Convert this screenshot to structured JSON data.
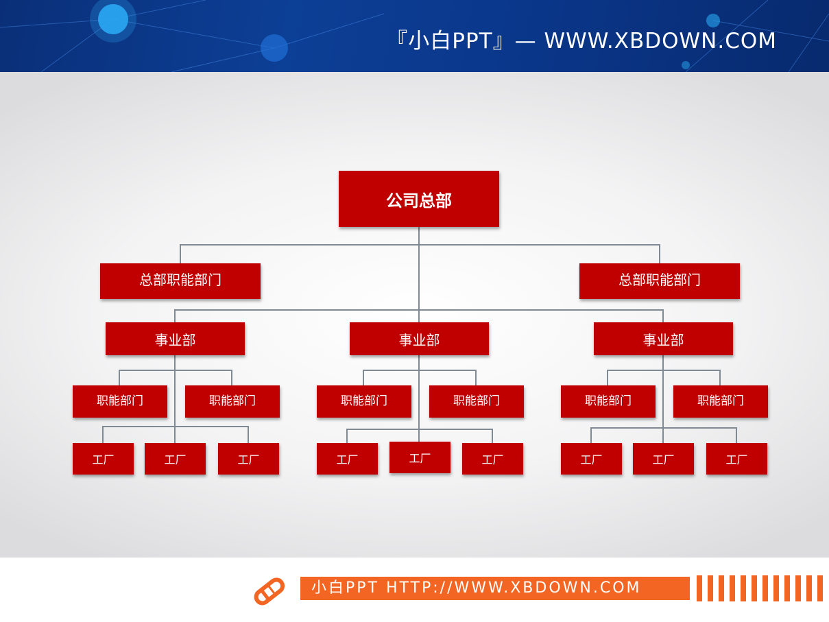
{
  "header": {
    "title": "『小白PPT』— WWW.XBDOWN.COM"
  },
  "org_chart": {
    "root": "公司总部",
    "hq_departments": [
      "总部职能部门",
      "总部职能部门"
    ],
    "divisions": [
      {
        "name": "事业部",
        "departments": [
          "职能部门",
          "职能部门"
        ],
        "factories": [
          "工厂",
          "工厂",
          "工厂"
        ]
      },
      {
        "name": "事业部",
        "departments": [
          "职能部门",
          "职能部门"
        ],
        "factories": [
          "工厂",
          "工厂",
          "工厂"
        ]
      },
      {
        "name": "事业部",
        "departments": [
          "职能部门",
          "职能部门"
        ],
        "factories": [
          "工厂",
          "工厂",
          "工厂"
        ]
      }
    ]
  },
  "footer": {
    "text": "小白PPT HTTP://WWW.XBDOWN.COM",
    "logo_icon": "pencil-icon"
  },
  "colors": {
    "node_fill": "#c00000",
    "connector": "#7f8a94",
    "header_blue": "#0c3f96",
    "footer_orange": "#f26522"
  }
}
